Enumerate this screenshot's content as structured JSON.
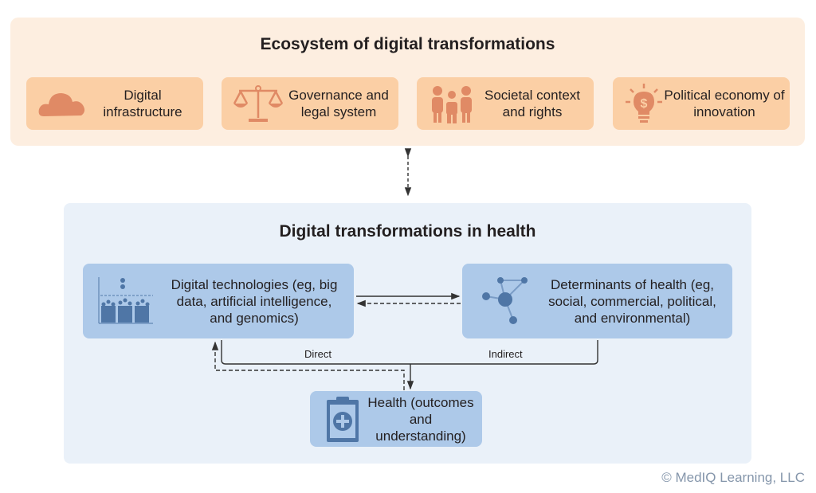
{
  "ecosystem": {
    "title": "Ecosystem of digital transformations",
    "cards": [
      {
        "label": "Digital infrastructure",
        "icon": "cloud-icon"
      },
      {
        "label": "Governance and legal system",
        "icon": "scales-icon"
      },
      {
        "label": "Societal context and rights",
        "icon": "people-icon"
      },
      {
        "label": "Political economy of innovation",
        "icon": "lightbulb-dollar-icon"
      }
    ]
  },
  "health_panel": {
    "title": "Digital transformations in health",
    "digital_tech": "Digital technologies (eg, big data, artificial intelligence, and genomics)",
    "determinants": "Determinants of health (eg, social, commercial, political, and environmental)",
    "health": "Health (outcomes and understanding)",
    "direct_label": "Direct",
    "indirect_label": "Indirect"
  },
  "copyright": "© MedIQ Learning, LLC",
  "colors": {
    "eco_bg": "#fdeee0",
    "eco_card": "#fbcfa5",
    "eco_icon": "#e08a65",
    "panel_bg": "#eaf1f9",
    "box": "#adc9e9",
    "box_icon": "#4f76a6"
  }
}
